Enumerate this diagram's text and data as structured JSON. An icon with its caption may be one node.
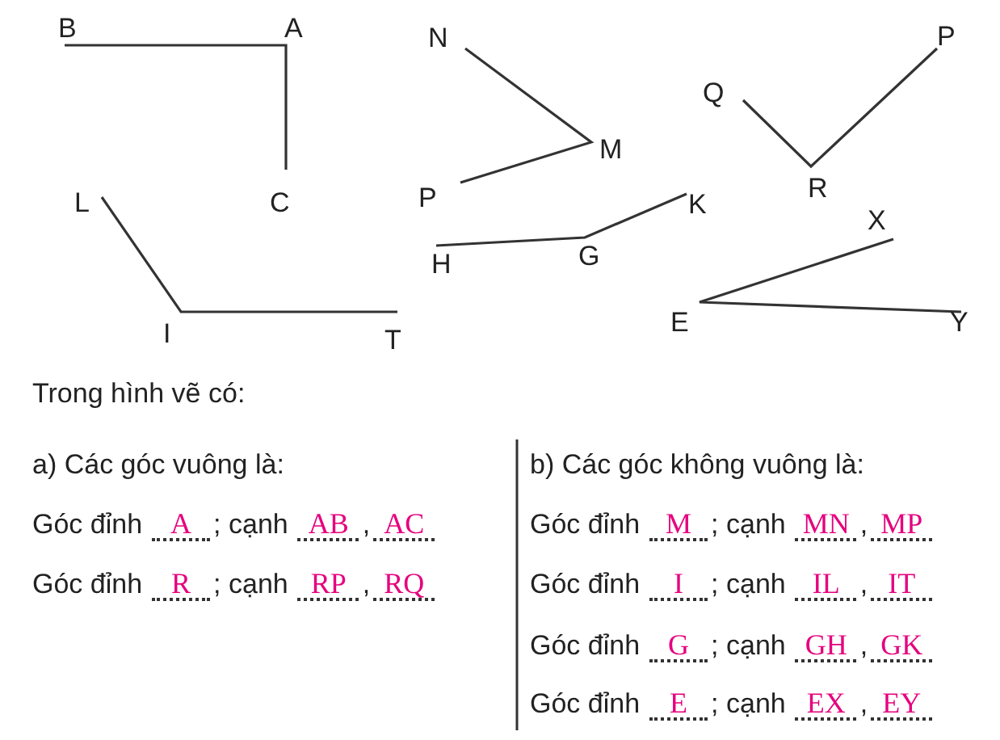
{
  "diagram": {
    "labels": [
      "B",
      "A",
      "C",
      "N",
      "M",
      "P",
      "Q",
      "P",
      "R",
      "L",
      "I",
      "T",
      "H",
      "G",
      "K",
      "X",
      "E",
      "Y",
      "Trong hình vẽ có:",
      "a) Các góc vuông là:",
      "Góc đỉnh",
      "A",
      "; cạnh",
      "AB",
      ",",
      "AC",
      "Góc đỉnh",
      "R",
      "; cạnh",
      "RP",
      ",",
      "RQ",
      "b) Các góc không vuông là:",
      "Góc đỉnh",
      "M",
      "; cạnh",
      "MN",
      ",",
      "MP",
      "Góc đỉnh",
      "I",
      "; cạnh",
      "IL",
      ",",
      "IT",
      "Góc đỉnh",
      "G",
      "; cạnh",
      "GH",
      ",",
      "GK",
      "Góc đỉnh",
      "E",
      "; cạnh",
      "EX",
      ",",
      "EY"
    ]
  }
}
